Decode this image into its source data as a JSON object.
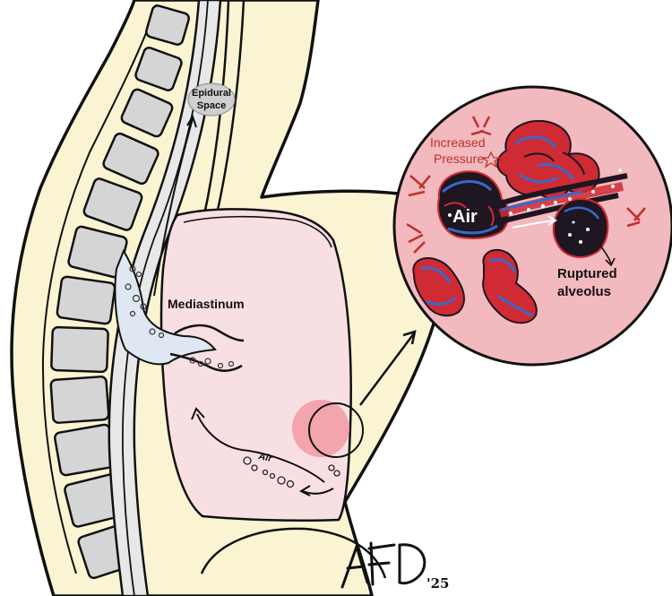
{
  "labels": {
    "epidural_line1": "Epidural",
    "epidural_line2": "Space",
    "mediastinum": "Mediastinum",
    "air_lung": "Air",
    "increased_line1": "Increased",
    "increased_line2": "Pressure",
    "air_inset": "Air",
    "ruptured_line1": "Ruptured",
    "ruptured_line2": "alveolus"
  },
  "signature": {
    "initials": "AFD",
    "year": "'25"
  },
  "colors": {
    "skin": "#fbf4d3",
    "lung": "#f8dfe2",
    "inset_bg": "#f2b9be",
    "mediastinum_fluid": "#dfe8f2",
    "vertebra": "#d5d5d5",
    "alveolus_red": "#d02b35",
    "alveolus_blue": "#3a68c8",
    "alveolus_dark": "#1e1620",
    "pressure_red": "#c0302b"
  }
}
